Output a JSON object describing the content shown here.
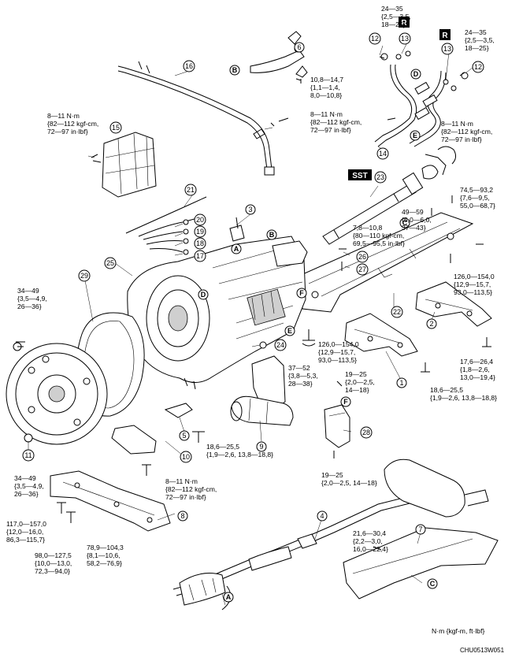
{
  "torques": {
    "t1": [
      "24—35",
      "{2,5—3,5,",
      "18—25}"
    ],
    "t2": [
      "24—35",
      "{2,5—3,5,",
      "18—25}"
    ],
    "t3": [
      "10,8—14,7",
      "{1,1—1,4,",
      "8,0—10,8}"
    ],
    "t4": [
      "8—11 N·m",
      "{82—112 kgf-cm,",
      "72—97 in·lbf}"
    ],
    "t5": [
      "8—11 N·m",
      "{82—112 kgf-cm,",
      "72—97 in·lbf}"
    ],
    "t6": [
      "8—11 N·m",
      "{82—112 kgf-cm,",
      "72—97 in·lbf}"
    ],
    "t7": [
      "74,5—93,2",
      "{7,6—9,5,",
      "55,0—68,7}"
    ],
    "t8": [
      "49—59",
      "{5,0—6,0,",
      "37—43}"
    ],
    "t9": [
      "7,8—10,8",
      "{80—110 kgf-cm,",
      "69,5—95,5 in·lbf}"
    ],
    "t10": [
      "126,0—154,0",
      "{12,9—15,7,",
      "93,0—113,5}"
    ],
    "t11": [
      "34—49",
      "{3,5—4,9,",
      "26—36}"
    ],
    "t12": [
      "126,0—154,0",
      "{12,9—15,7,",
      "93,0—113,5}"
    ],
    "t13": [
      "17,6—26,4",
      "{1,8—2,6,",
      "13,0—19,4}"
    ],
    "t14": [
      "37—52",
      "{3,8—5,3,",
      "28—38}"
    ],
    "t15": [
      "19—25",
      "{2,0—2,5,",
      "14—18}"
    ],
    "t16": [
      "18,6—25,5",
      "{1,9—2,6, 13,8—18,8}"
    ],
    "t17": [
      "18,6—25,5",
      "{1,9—2,6, 13,8—18,8}"
    ],
    "t18": [
      "34—49",
      "{3,5—4,9,",
      "26—36}"
    ],
    "t19": [
      "8—11 N·m",
      "{82—112 kgf-cm,",
      "72—97 in·lbf}"
    ],
    "t20": [
      "19—25",
      "{2,0—2,5, 14—18}"
    ],
    "t21": [
      "117,0—157,0",
      "{12,0—16,0,",
      "86,3—115,7}"
    ],
    "t22": [
      "98,0—127,5",
      "{10,0—13,0,",
      "72,3—94,0}"
    ],
    "t23": [
      "78,9—104,3",
      "{8,1—10,6,",
      "58,2—76,9}"
    ],
    "t24": [
      "21,6—30,4",
      "{2,2—3,0,",
      "16,0—22,4}"
    ]
  },
  "callouts": {
    "n1": "1",
    "n2": "2",
    "n3": "3",
    "n4": "4",
    "n5": "5",
    "n6": "6",
    "n7": "7",
    "n8": "8",
    "n9": "9",
    "n10": "10",
    "n11": "11",
    "n12a": "12",
    "n12b": "12",
    "n13a": "13",
    "n13b": "13",
    "n14": "14",
    "n15": "15",
    "n16": "16",
    "n17": "17",
    "n18": "18",
    "n19": "19",
    "n20": "20",
    "n21": "21",
    "n22": "22",
    "n23": "23",
    "n24": "24",
    "n25": "25",
    "n26": "26",
    "n27": "27",
    "n28": "28",
    "n29": "29"
  },
  "letters": {
    "A1": "A",
    "A2": "A",
    "B1": "B",
    "B2": "B",
    "C1": "C",
    "C2": "C",
    "D1": "D",
    "D2": "D",
    "E1": "E",
    "E2": "E",
    "F1": "F",
    "F2": "F"
  },
  "tags": {
    "sst": "SST",
    "r1": "R",
    "r2": "R"
  },
  "units_note": "N·m {kgf-m, ft·lbf}",
  "figure_code": "CHU0513W051"
}
